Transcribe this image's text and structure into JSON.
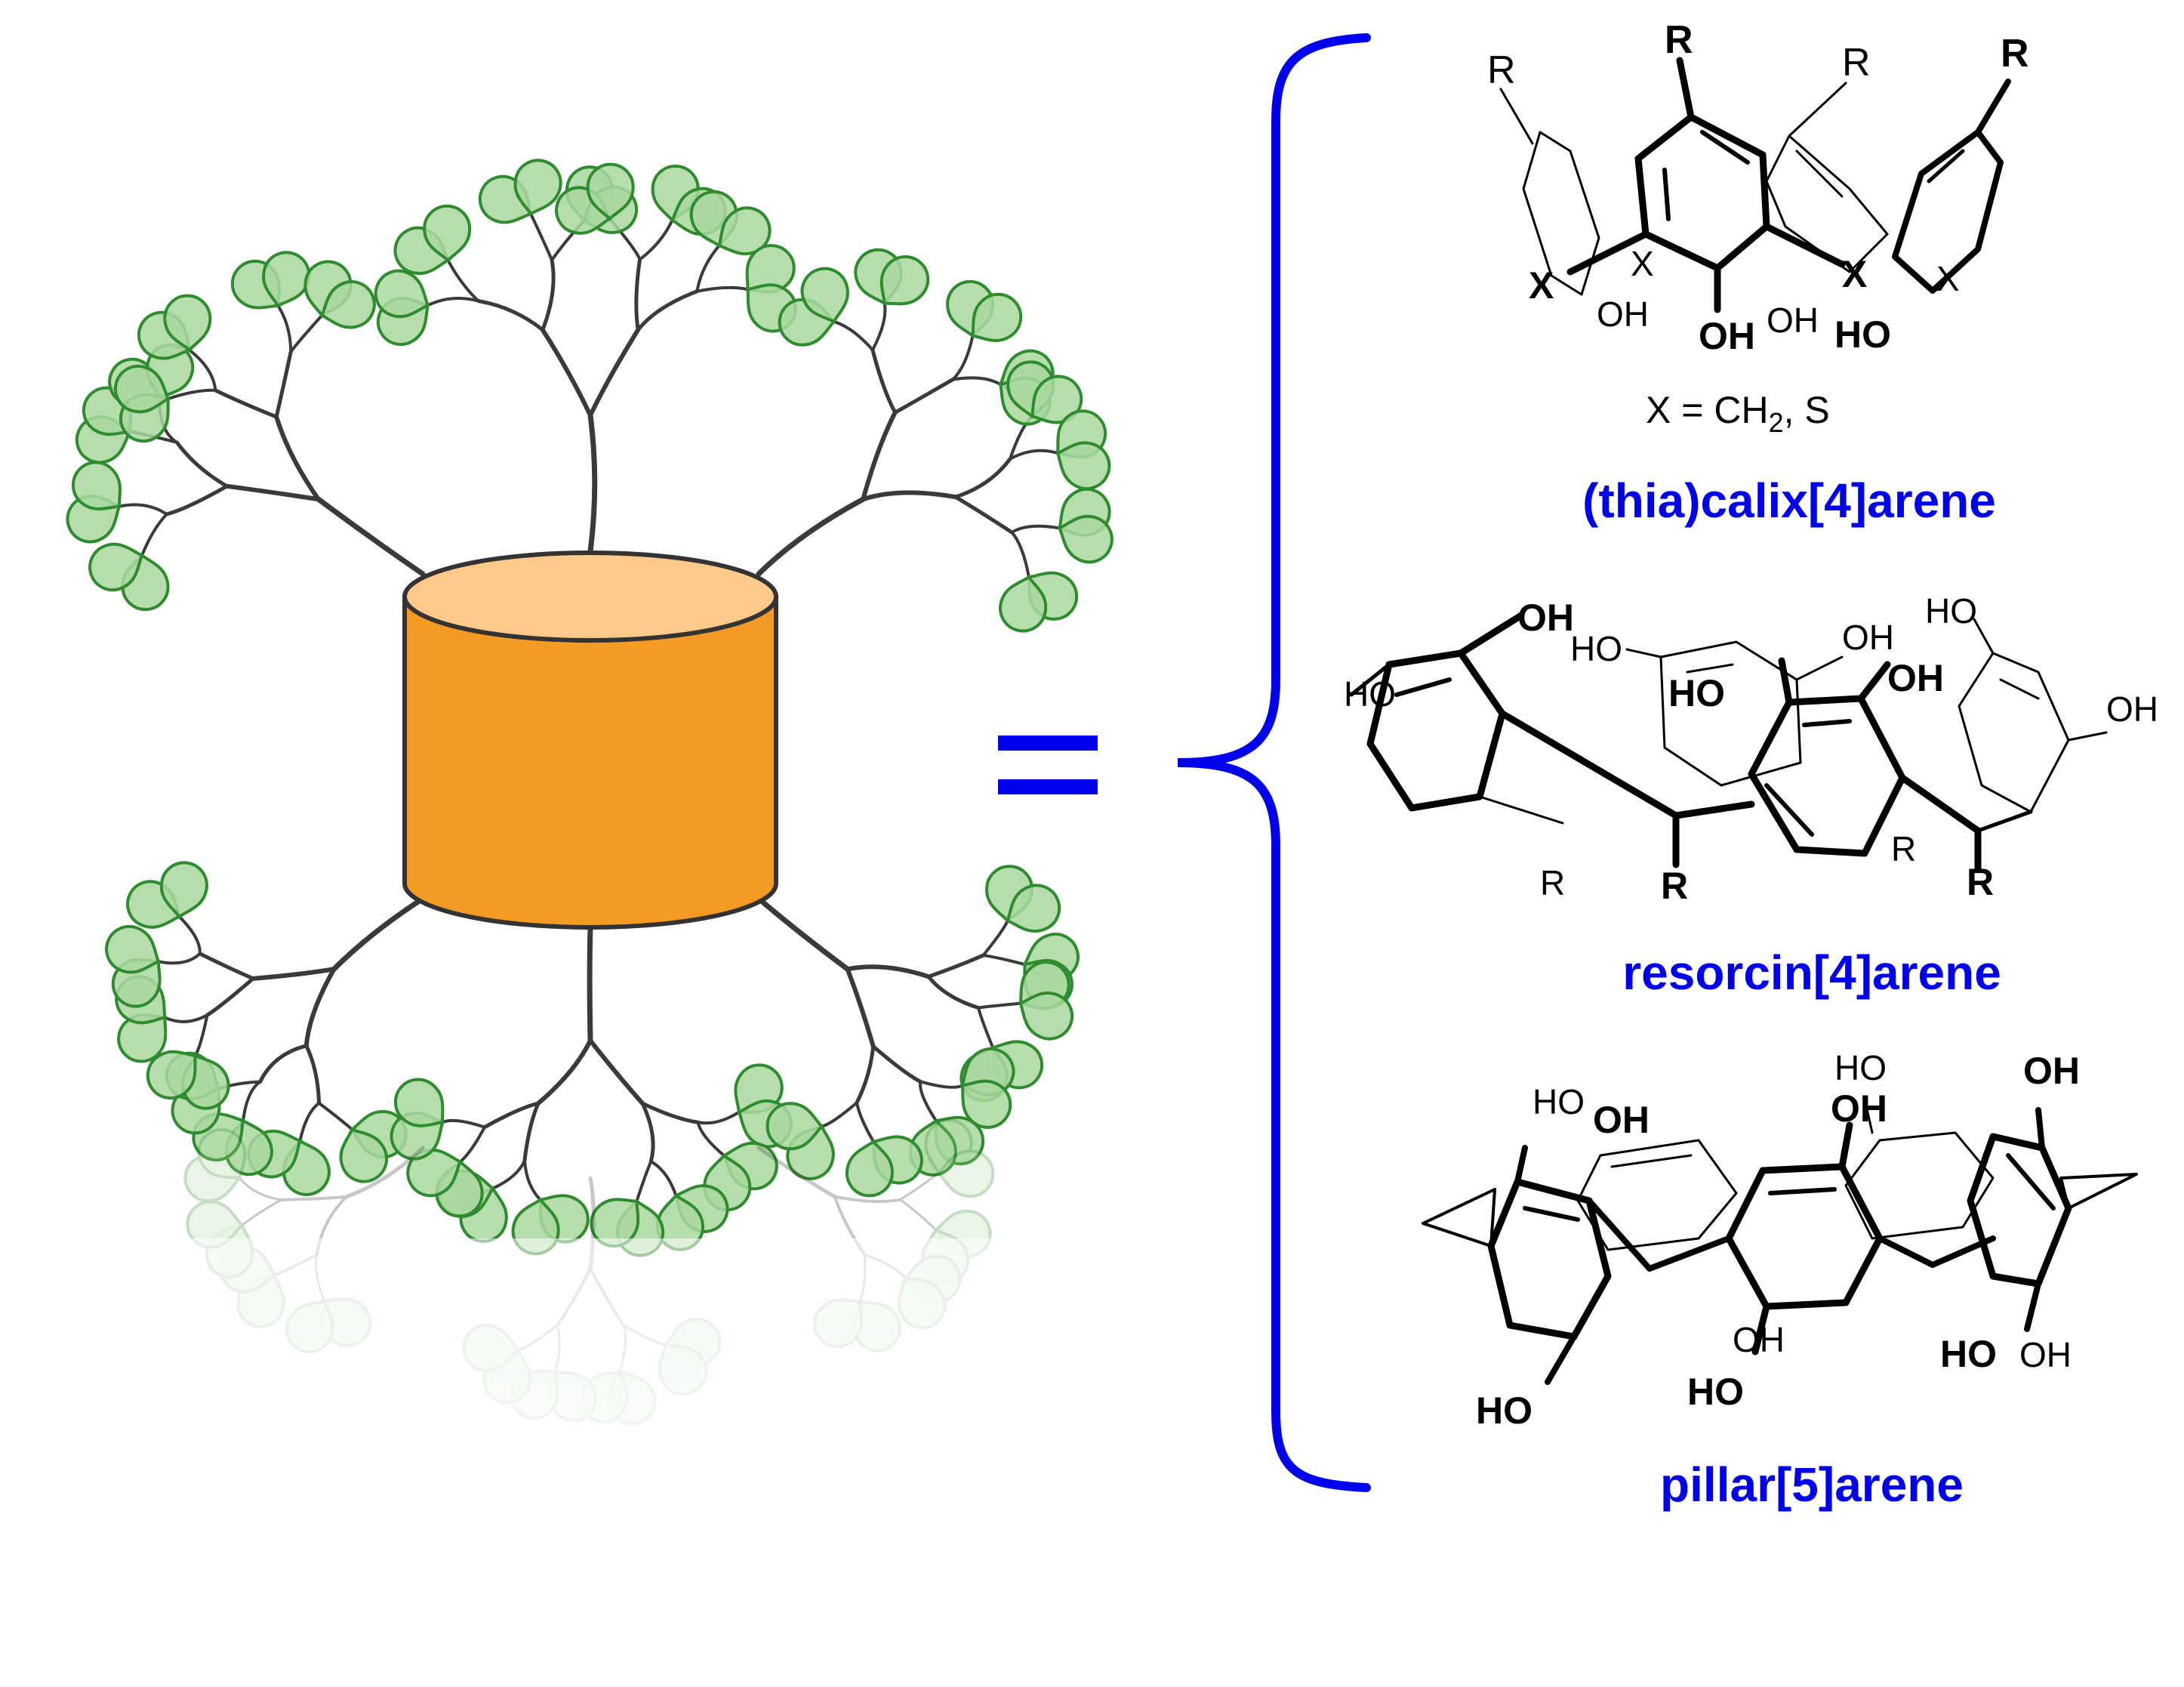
{
  "colors": {
    "accent_blue": "#0000ee",
    "leaf_fill": "#a9d89f",
    "leaf_stroke": "#2e8b2e",
    "branch": "#3a3a3a",
    "core_side": "#f59a23",
    "core_top": "#ffc98a"
  },
  "diagram": {
    "equals_sign": "="
  },
  "structures": [
    {
      "name": "(thia)calix[4]arene",
      "labels": {
        "r1": "R",
        "r2": "R",
        "r3": "R",
        "r4": "R",
        "x1": "X",
        "x2": "X",
        "x3": "X",
        "x4": "X",
        "oh1": "OH",
        "oh2": "OH",
        "oh3": "OH",
        "oh4": "HO"
      },
      "note": "X = CH2, S"
    },
    {
      "name": "resorcin[4]arene",
      "labels": {
        "oh1": "OH",
        "oh2": "HO",
        "oh3": "OH",
        "oh4": "HO",
        "oh5": "HO",
        "oh6": "OH",
        "oh7": "HO",
        "oh8": "OH",
        "r1": "R",
        "r2": "R",
        "r3": "R",
        "r4": "R"
      }
    },
    {
      "name": "pillar[5]arene",
      "labels": {
        "oh1": "HO",
        "oh2": "OH",
        "oh3": "OH",
        "oh4": "HO",
        "oh5": "OH",
        "oh6": "OH",
        "oh7": "HO",
        "oh8": "HO",
        "oh9": "HO",
        "oh10": "OH"
      }
    }
  ]
}
